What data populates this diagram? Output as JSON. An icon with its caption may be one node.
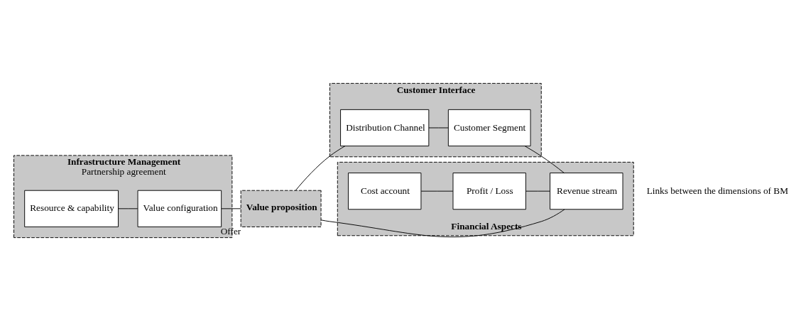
{
  "diagram": {
    "nodes": [
      {
        "text": [
          "Infrastructure Management",
          "Partnership agreement"
        ]
      },
      {
        "text": [
          "Resource & capability"
        ],
        "in": 0
      },
      {
        "text": [
          "Value configuration"
        ],
        "in": 0
      },
      {
        "text": [
          "Value proposition"
        ],
        "beside": [
          "Offer"
        ]
      },
      {
        "text": [
          "Customer Interface"
        ]
      },
      {
        "text": [
          "Distribution Channel"
        ],
        "in": 4
      },
      {
        "text": [
          "Customer Segment"
        ],
        "in": 4
      },
      {
        "text": [
          "Financial Aspects"
        ]
      },
      {
        "text": [
          "Cost account"
        ],
        "in": 7
      },
      {
        "text": [
          "Profit / Loss"
        ],
        "in": 7
      },
      {
        "text": [
          "Revenue stream"
        ],
        "in": 7
      }
    ],
    "edges": [
      {
        "from": 1,
        "to": 2,
        "arrow": "none"
      },
      {
        "from": 2,
        "to": 3,
        "arrow": "none"
      },
      {
        "from": 3,
        "to": 5,
        "arrow": "none"
      },
      {
        "from": 5,
        "to": 6,
        "arrow": "none"
      },
      {
        "from": 8,
        "to": 9,
        "arrow": "none"
      },
      {
        "from": 9,
        "to": 10,
        "arrow": "none"
      },
      {
        "from": 3,
        "to": 10,
        "arrow": "none"
      },
      {
        "from": 6,
        "to": 10,
        "arrow": "none"
      }
    ],
    "labels": [
      "Links between the dimensions of BM"
    ]
  }
}
